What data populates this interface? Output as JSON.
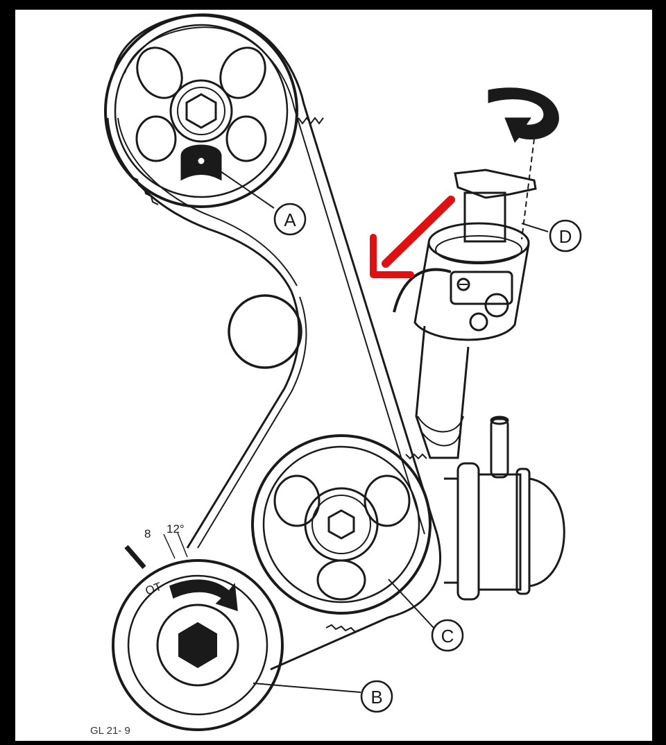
{
  "diagram": {
    "callouts": [
      {
        "id": "A",
        "text": "A"
      },
      {
        "id": "B",
        "text": "B"
      },
      {
        "id": "C",
        "text": "C"
      },
      {
        "id": "D",
        "text": "D"
      }
    ],
    "timing_marks": {
      "mark_8": "8",
      "mark_12": "12°",
      "mark_ot": "OT"
    },
    "figure_code": "GL 21- 9",
    "colors": {
      "ink": "#1a1a1a",
      "highlight_arrow": "#e01010",
      "background": "#ffffff",
      "border": "#000000"
    }
  }
}
